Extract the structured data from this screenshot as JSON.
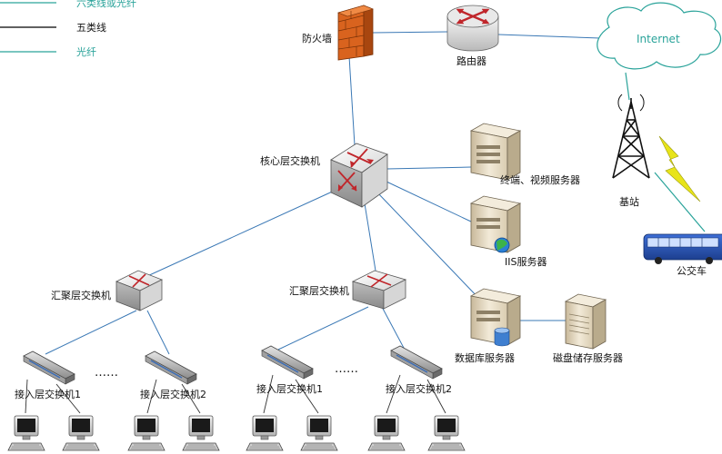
{
  "legend": {
    "items": [
      {
        "label": "六类线或光纤",
        "color": "#2aa39a"
      },
      {
        "label": "五类线",
        "color": "#000000"
      },
      {
        "label": "光纤",
        "color": "#2aa39a"
      }
    ]
  },
  "nodes": {
    "firewall": "防火墙",
    "router": "路由器",
    "internet": "Internet",
    "core_switch": "核心层交换机",
    "video_server": "终端、视频服务器",
    "iis_server": "IIS服务器",
    "db_server": "数据库服务器",
    "storage_server": "磁盘储存服务器",
    "base_station": "基站",
    "bus": "公交车",
    "agg_switch_left": "汇聚层交换机",
    "agg_switch_mid": "汇聚层交换机",
    "access_1": "接入层交换机1",
    "access_2": "接入层交换机2",
    "access_3": "接入层交换机1",
    "access_4": "接入层交换机2",
    "ellipsis_left": "……",
    "ellipsis_right": "……"
  },
  "colors": {
    "link": "#3a78b5",
    "fiber": "#2aa39a",
    "device_red": "#c0262b",
    "wall": "#d9631e",
    "lightning": "#e8e41a"
  }
}
